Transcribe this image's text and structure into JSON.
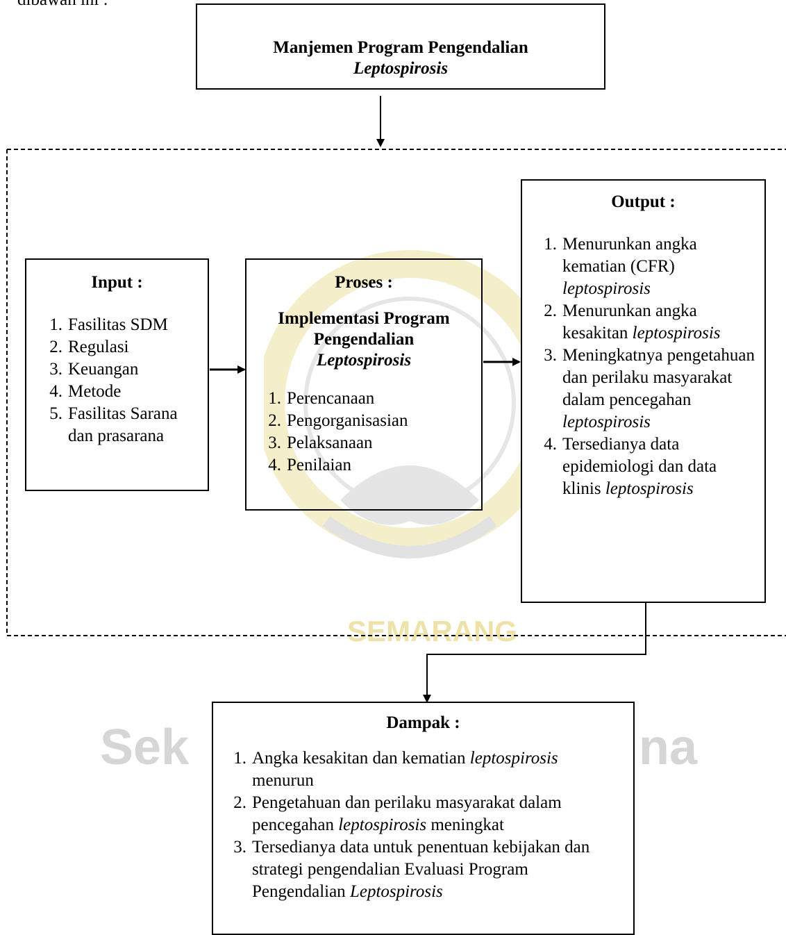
{
  "top_text": "dibawah ini :",
  "main": {
    "title": "Manjemen Program Pengendalian",
    "subtitle": "Leptospirosis"
  },
  "input": {
    "title": "Input :",
    "items": [
      {
        "num": "1.",
        "text": "Fasilitas SDM"
      },
      {
        "num": "2.",
        "text": "Regulasi"
      },
      {
        "num": "3.",
        "text": "Keuangan"
      },
      {
        "num": "4.",
        "text": "Metode"
      },
      {
        "num": "5.",
        "text": "Fasilitas Sarana dan prasarana"
      }
    ]
  },
  "proses": {
    "title": "Proses :",
    "subtitle_line1": "Implementasi Program",
    "subtitle_line2": "Pengendalian",
    "subtitle_italic": "Leptospirosis",
    "items": [
      {
        "num": "1.",
        "text": "Perencanaan"
      },
      {
        "num": "2.",
        "text": "Pengorganisasian"
      },
      {
        "num": "3.",
        "text": "Pelaksanaan"
      },
      {
        "num": "4.",
        "text": "Penilaian"
      }
    ]
  },
  "output": {
    "title": "Output :",
    "items": [
      {
        "num": "1.",
        "text": "Menurunkan angka kematian (CFR)",
        "italic": "leptospirosis"
      },
      {
        "num": "2.",
        "text": "Menurunkan angka kesakitan",
        "italic": "leptospirosis"
      },
      {
        "num": "3.",
        "text": "Meningkatnya pengetahuan dan perilaku masyarakat dalam pencegahan",
        "italic": "leptospirosis"
      },
      {
        "num": "4.",
        "text": "Tersedianya data epidemiologi dan data klinis",
        "italic": "leptospirosis"
      }
    ]
  },
  "dampak": {
    "title": "Dampak :",
    "items": [
      {
        "num": "1.",
        "pre": "Angka kesakitan dan kematian",
        "italic": "leptospirosis",
        "post": "menurun"
      },
      {
        "num": "2.",
        "pre": "Pengetahuan dan perilaku masyarakat dalam pencegahan",
        "italic": "leptospirosis",
        "post": "meningkat"
      },
      {
        "num": "3.",
        "pre": "Tersedianya data untuk penentuan kebijakan dan strategi pengendalian Evaluasi Program Pengendalian",
        "italic": "Leptospirosis",
        "post": ""
      }
    ]
  },
  "watermark": {
    "left": "Sek",
    "right": "na",
    "seal_text": "SEMARANG"
  },
  "colors": {
    "line": "#000000",
    "watermark_gray": "#d9d9d9",
    "watermark_yellow": "#f3e6a0"
  }
}
